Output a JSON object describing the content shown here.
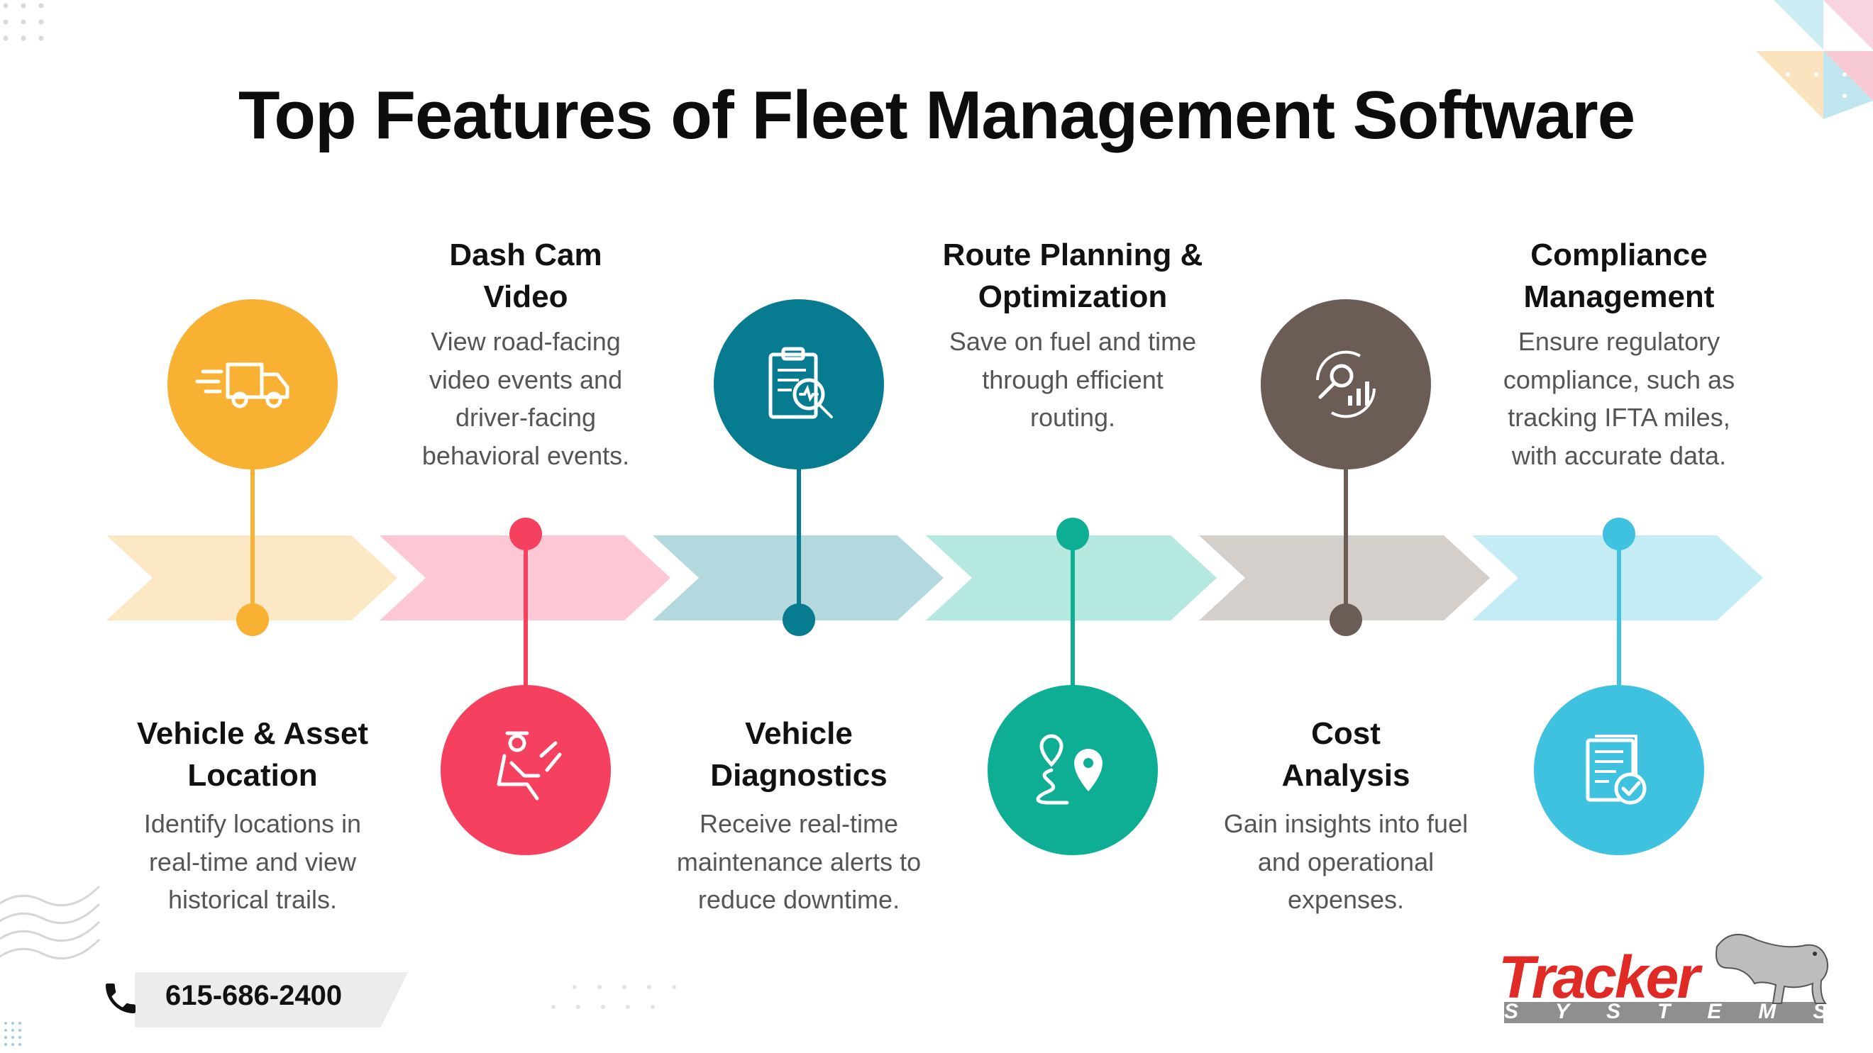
{
  "title": "Top Features of Fleet Management Software",
  "features": [
    {
      "title_lines": [
        "Vehicle & Asset",
        "Location"
      ],
      "desc_lines": [
        "Identify locations in",
        "real-time and view",
        "historical trails."
      ],
      "color": "#F8B133",
      "chevron": "#FCE8C4",
      "icon": "delivery-truck-icon"
    },
    {
      "title_lines": [
        "Dash Cam",
        "Video"
      ],
      "desc_lines": [
        "View road-facing",
        "video events and",
        "driver-facing",
        "behavioral events."
      ],
      "color": "#F5405F",
      "chevron": "#FDC8D3",
      "icon": "driver-seat-icon"
    },
    {
      "title_lines": [
        "Vehicle",
        "Diagnostics"
      ],
      "desc_lines": [
        "Receive real-time",
        "maintenance alerts to",
        "reduce downtime."
      ],
      "color": "#077C91",
      "chevron": "#B3D9DF",
      "icon": "diagnostics-report-icon"
    },
    {
      "title_lines": [
        "Route Planning &",
        "Optimization"
      ],
      "desc_lines": [
        "Save on fuel and time",
        "through efficient",
        "routing."
      ],
      "color": "#0DAE94",
      "chevron": "#B5E8DE",
      "icon": "route-pins-icon"
    },
    {
      "title_lines": [
        "Cost",
        "Analysis"
      ],
      "desc_lines": [
        "Gain insights into fuel",
        "and operational",
        "expenses."
      ],
      "color": "#6B5D55",
      "chevron": "#D5CFCB",
      "icon": "analytics-chart-icon"
    },
    {
      "title_lines": [
        "Compliance",
        "Management"
      ],
      "desc_lines": [
        "Ensure regulatory",
        "compliance, such as",
        "tracking IFTA miles,",
        "with accurate data."
      ],
      "color": "#3EC2E0",
      "chevron": "#C3ECF5",
      "icon": "compliance-document-icon"
    }
  ],
  "contact": {
    "phone": "615-686-2400",
    "icon": "phone-icon"
  },
  "logo": {
    "word": "Tracker",
    "sub": "SYSTEMS",
    "icon": "bloodhound-dog-icon"
  }
}
